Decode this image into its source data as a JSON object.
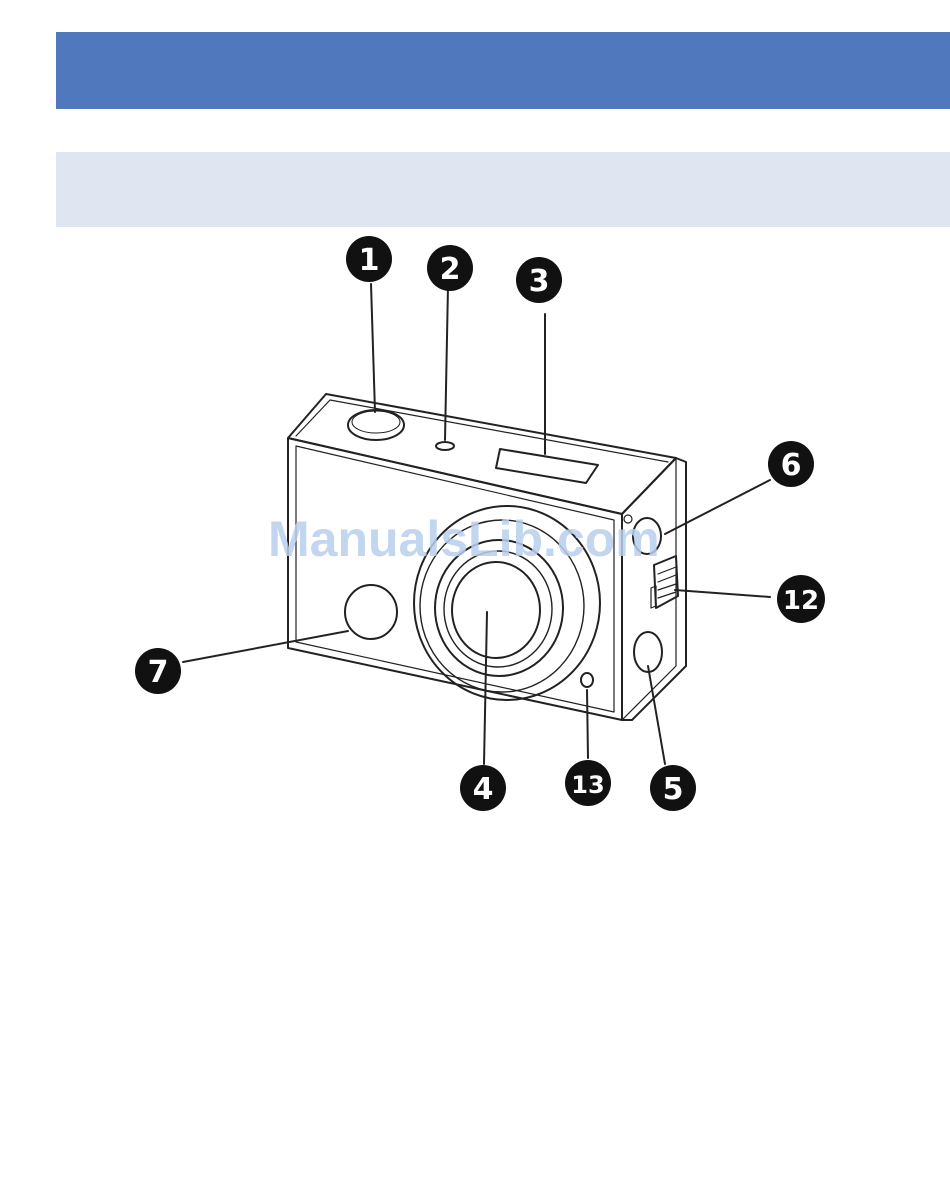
{
  "page": {
    "header_bar_color": "#5079bd",
    "subheader_bar_color": "#dfe6f2"
  },
  "diagram": {
    "callouts": [
      {
        "id": "1",
        "label": "1"
      },
      {
        "id": "2",
        "label": "2"
      },
      {
        "id": "3",
        "label": "3"
      },
      {
        "id": "4",
        "label": "4"
      },
      {
        "id": "5",
        "label": "5"
      },
      {
        "id": "6",
        "label": "6"
      },
      {
        "id": "7",
        "label": "7"
      },
      {
        "id": "12",
        "label": "12"
      },
      {
        "id": "13",
        "label": "13"
      }
    ]
  },
  "watermark": "ManualsLib.com"
}
